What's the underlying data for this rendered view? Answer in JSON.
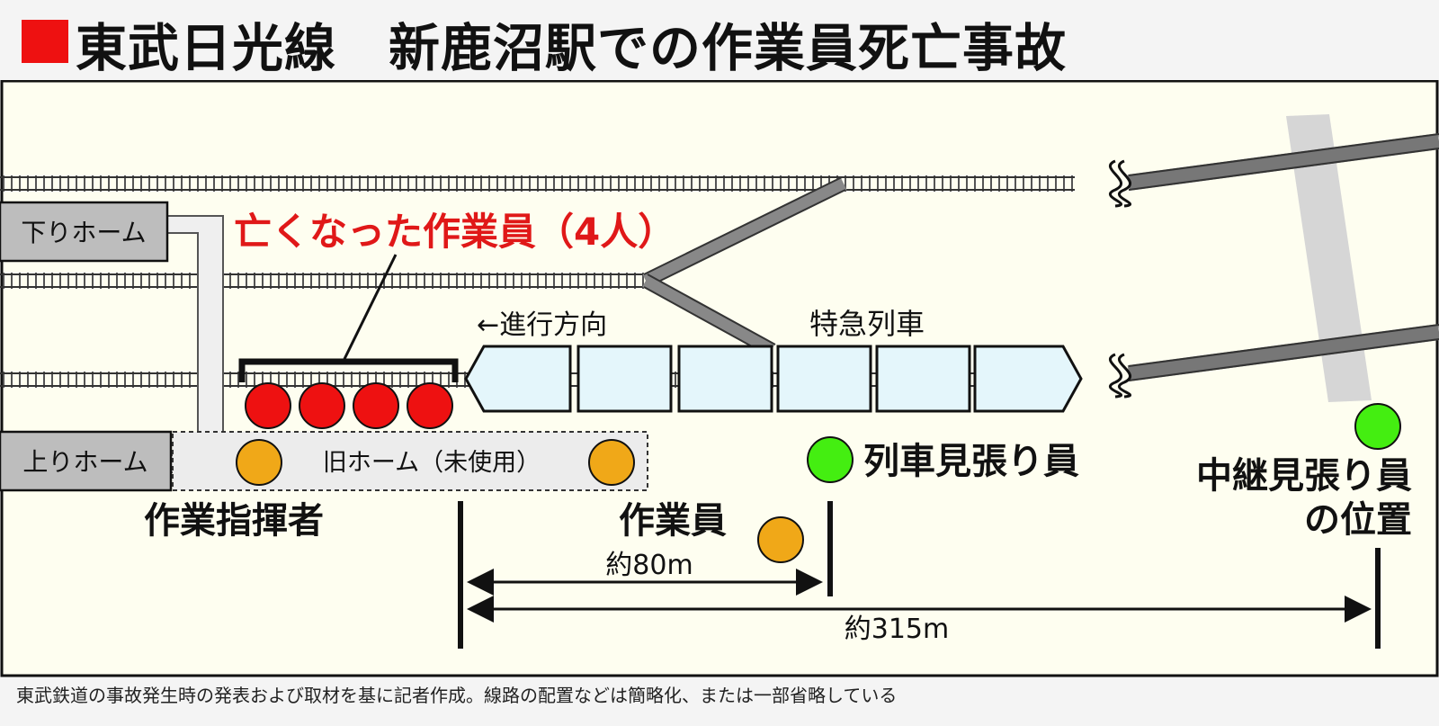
{
  "header": {
    "title": "東武日光線　新鹿沼駅での作業員死亡事故",
    "title_marker_color": "#ee1111"
  },
  "diagram": {
    "platform_down": "下りホーム",
    "platform_up": "上りホーム",
    "victims_label": "亡くなった作業員（4人）",
    "direction_label": "←進行方向",
    "train_label": "特急列車",
    "old_platform_label": "旧ホーム（未使用）",
    "work_commander_label": "作業指揮者",
    "worker_label": "作業員",
    "train_lookout_label": "列車見張り員",
    "relay_lookout_line1": "中継見張り員",
    "relay_lookout_line2": "の位置",
    "distance_short": "約80m",
    "distance_long": "約315m",
    "colors": {
      "victim": "#ee1111",
      "worker": "#f0a818",
      "lookout": "#44ee11",
      "train_car": "#e4f6fb",
      "background": "#fefef0",
      "label_red": "#e01818"
    }
  },
  "footnote": "東武鉄道の事故発生時の発表および取材を基に記者作成。線路の配置などは簡略化、または一部省略している"
}
